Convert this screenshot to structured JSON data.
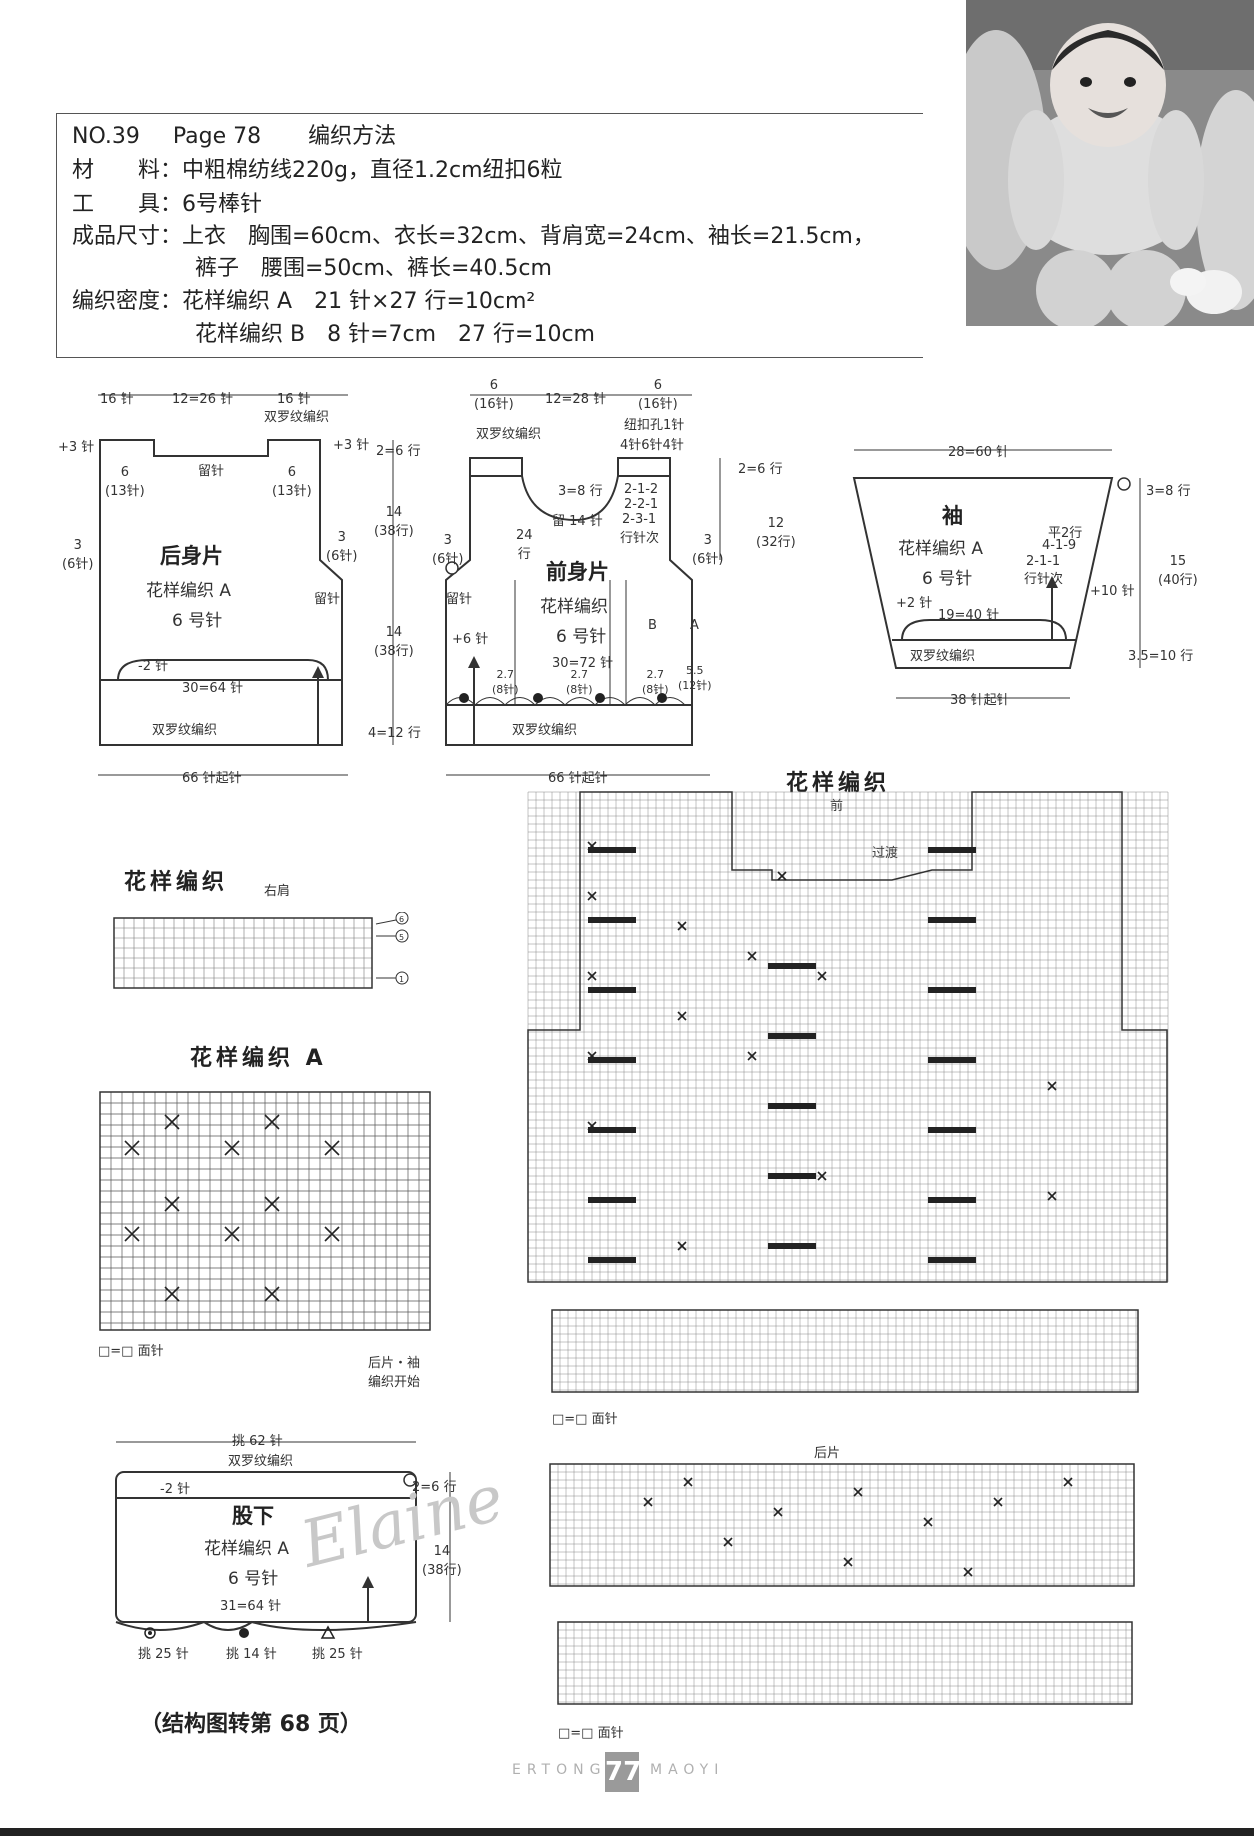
{
  "header": {
    "no": "NO.39",
    "page": "Page 78",
    "method": "编织方法",
    "materials_label": "材　　料",
    "materials": "中粗棉纺线220g，直径1.2cm纽扣6粒",
    "tools_label": "工　　具",
    "tools": "6号棒针",
    "size_label": "成品尺寸",
    "size_top": "上衣　胸围=60cm、衣长=32cm、背肩宽=24cm、袖长=21.5cm，",
    "size_pants": "裤子　腰围=50cm、裤长=40.5cm",
    "gauge_label": "编织密度",
    "gauge_a": "花样编织 A　21 针×27 行=10cm²",
    "gauge_b": "花样编织 B　8 针=7cm　27 行=10cm"
  },
  "back": {
    "title": "后身片",
    "pattern": "花样编织 A",
    "needle": "6 号针",
    "top_left": "16 针",
    "top_mid": "12=26 针",
    "top_right": "16 针",
    "rib_top": "双罗纹编织",
    "plus3_left": "+3 针",
    "plus3_right": "+3 针",
    "shoulder_left": "6\n(13针)",
    "shoulder_right": "6\n(13针)",
    "hold_top": "留针",
    "two_six": "2=6 行",
    "side_left": "3\n(6针)",
    "side_right": "3\n(6针)",
    "hold_side": "留针",
    "h14a": "14\n(38行)",
    "h14b": "14\n(38行)",
    "minus2": "-2 针",
    "width30": "30=64 针",
    "rib_bottom": "双罗纹编织",
    "four12": "4=12 行",
    "cast_on": "66 针起针"
  },
  "front": {
    "title": "前身片",
    "pattern": "花样编织",
    "needle": "6 号针",
    "top_left": "6\n(16针)",
    "top_mid": "12=28 针",
    "top_right": "6\n(16针)",
    "rib_top": "双罗纹编织",
    "buttonhole": "纽扣孔1针",
    "four_six_four": "4针6针4针",
    "two_six": "2=6 行",
    "three_eight": "3=8 行",
    "hold14": "留 14 针",
    "dec1": "2-1-2",
    "dec2": "2-2-1",
    "dec3": "2-3-1",
    "dec4": "行针次",
    "twelve": "12\n(32行)",
    "side_left": "3\n(6针)",
    "side_right": "3\n(6针)",
    "hold_side": "留针",
    "plus6": "+6 针",
    "h24": "24\n行",
    "width30": "30=72 针",
    "col_b": "B",
    "col_a": "A",
    "p1": "2.7\n(8针)",
    "p2": "2.7\n(8针)",
    "p3": "2.7\n(8针)",
    "p4": "5.5\n(12针)",
    "rib_bottom": "双罗纹编织",
    "cast_on": "66 针起针"
  },
  "sleeve": {
    "title": "袖",
    "pattern": "花样编织 A",
    "needle": "6 号针",
    "top": "28=60 针",
    "three_eight": "3=8 行",
    "flat2": "平2行",
    "dec1": "4-1-9",
    "dec2": "2-1-1",
    "dec3": "行针次",
    "plus10": "+10 针",
    "fifteen": "15\n(40行)",
    "plus2": "+2 针",
    "width19": "19=40 针",
    "rib": "双罗纹编织",
    "three5": "3.5=10 行",
    "cast_on": "38 针起针"
  },
  "crotch": {
    "title": "股下",
    "pattern": "花样编织 A",
    "needle": "6 号针",
    "top": "挑 62 针",
    "rib": "双罗纹编织",
    "minus2": "-2 针",
    "two_six": "2=6 行",
    "fourteen": "14\n(38行)",
    "width31": "31=64 针",
    "pick1": "挑 25 针",
    "pick2": "挑 14 针",
    "pick3": "挑 25 针"
  },
  "charts": {
    "right_shoulder_title": "花样编织",
    "right_shoulder_sub": "右肩",
    "pattern_a_title": "花样编织 A",
    "pattern_a_legend": "□=□ 面针",
    "pattern_a_note": "后片・袖\n编织开始",
    "main_title": "花样编织",
    "main_sub": "前",
    "transition": "过渡",
    "main_legend": "□=□ 面针",
    "back_label": "后片",
    "back_legend": "□=□ 面针"
  },
  "footnote": "（结构图转第 68 页）",
  "watermark": "Elaine",
  "footer": {
    "left": "ERTONG",
    "page": "77",
    "right": "MAOYI"
  }
}
